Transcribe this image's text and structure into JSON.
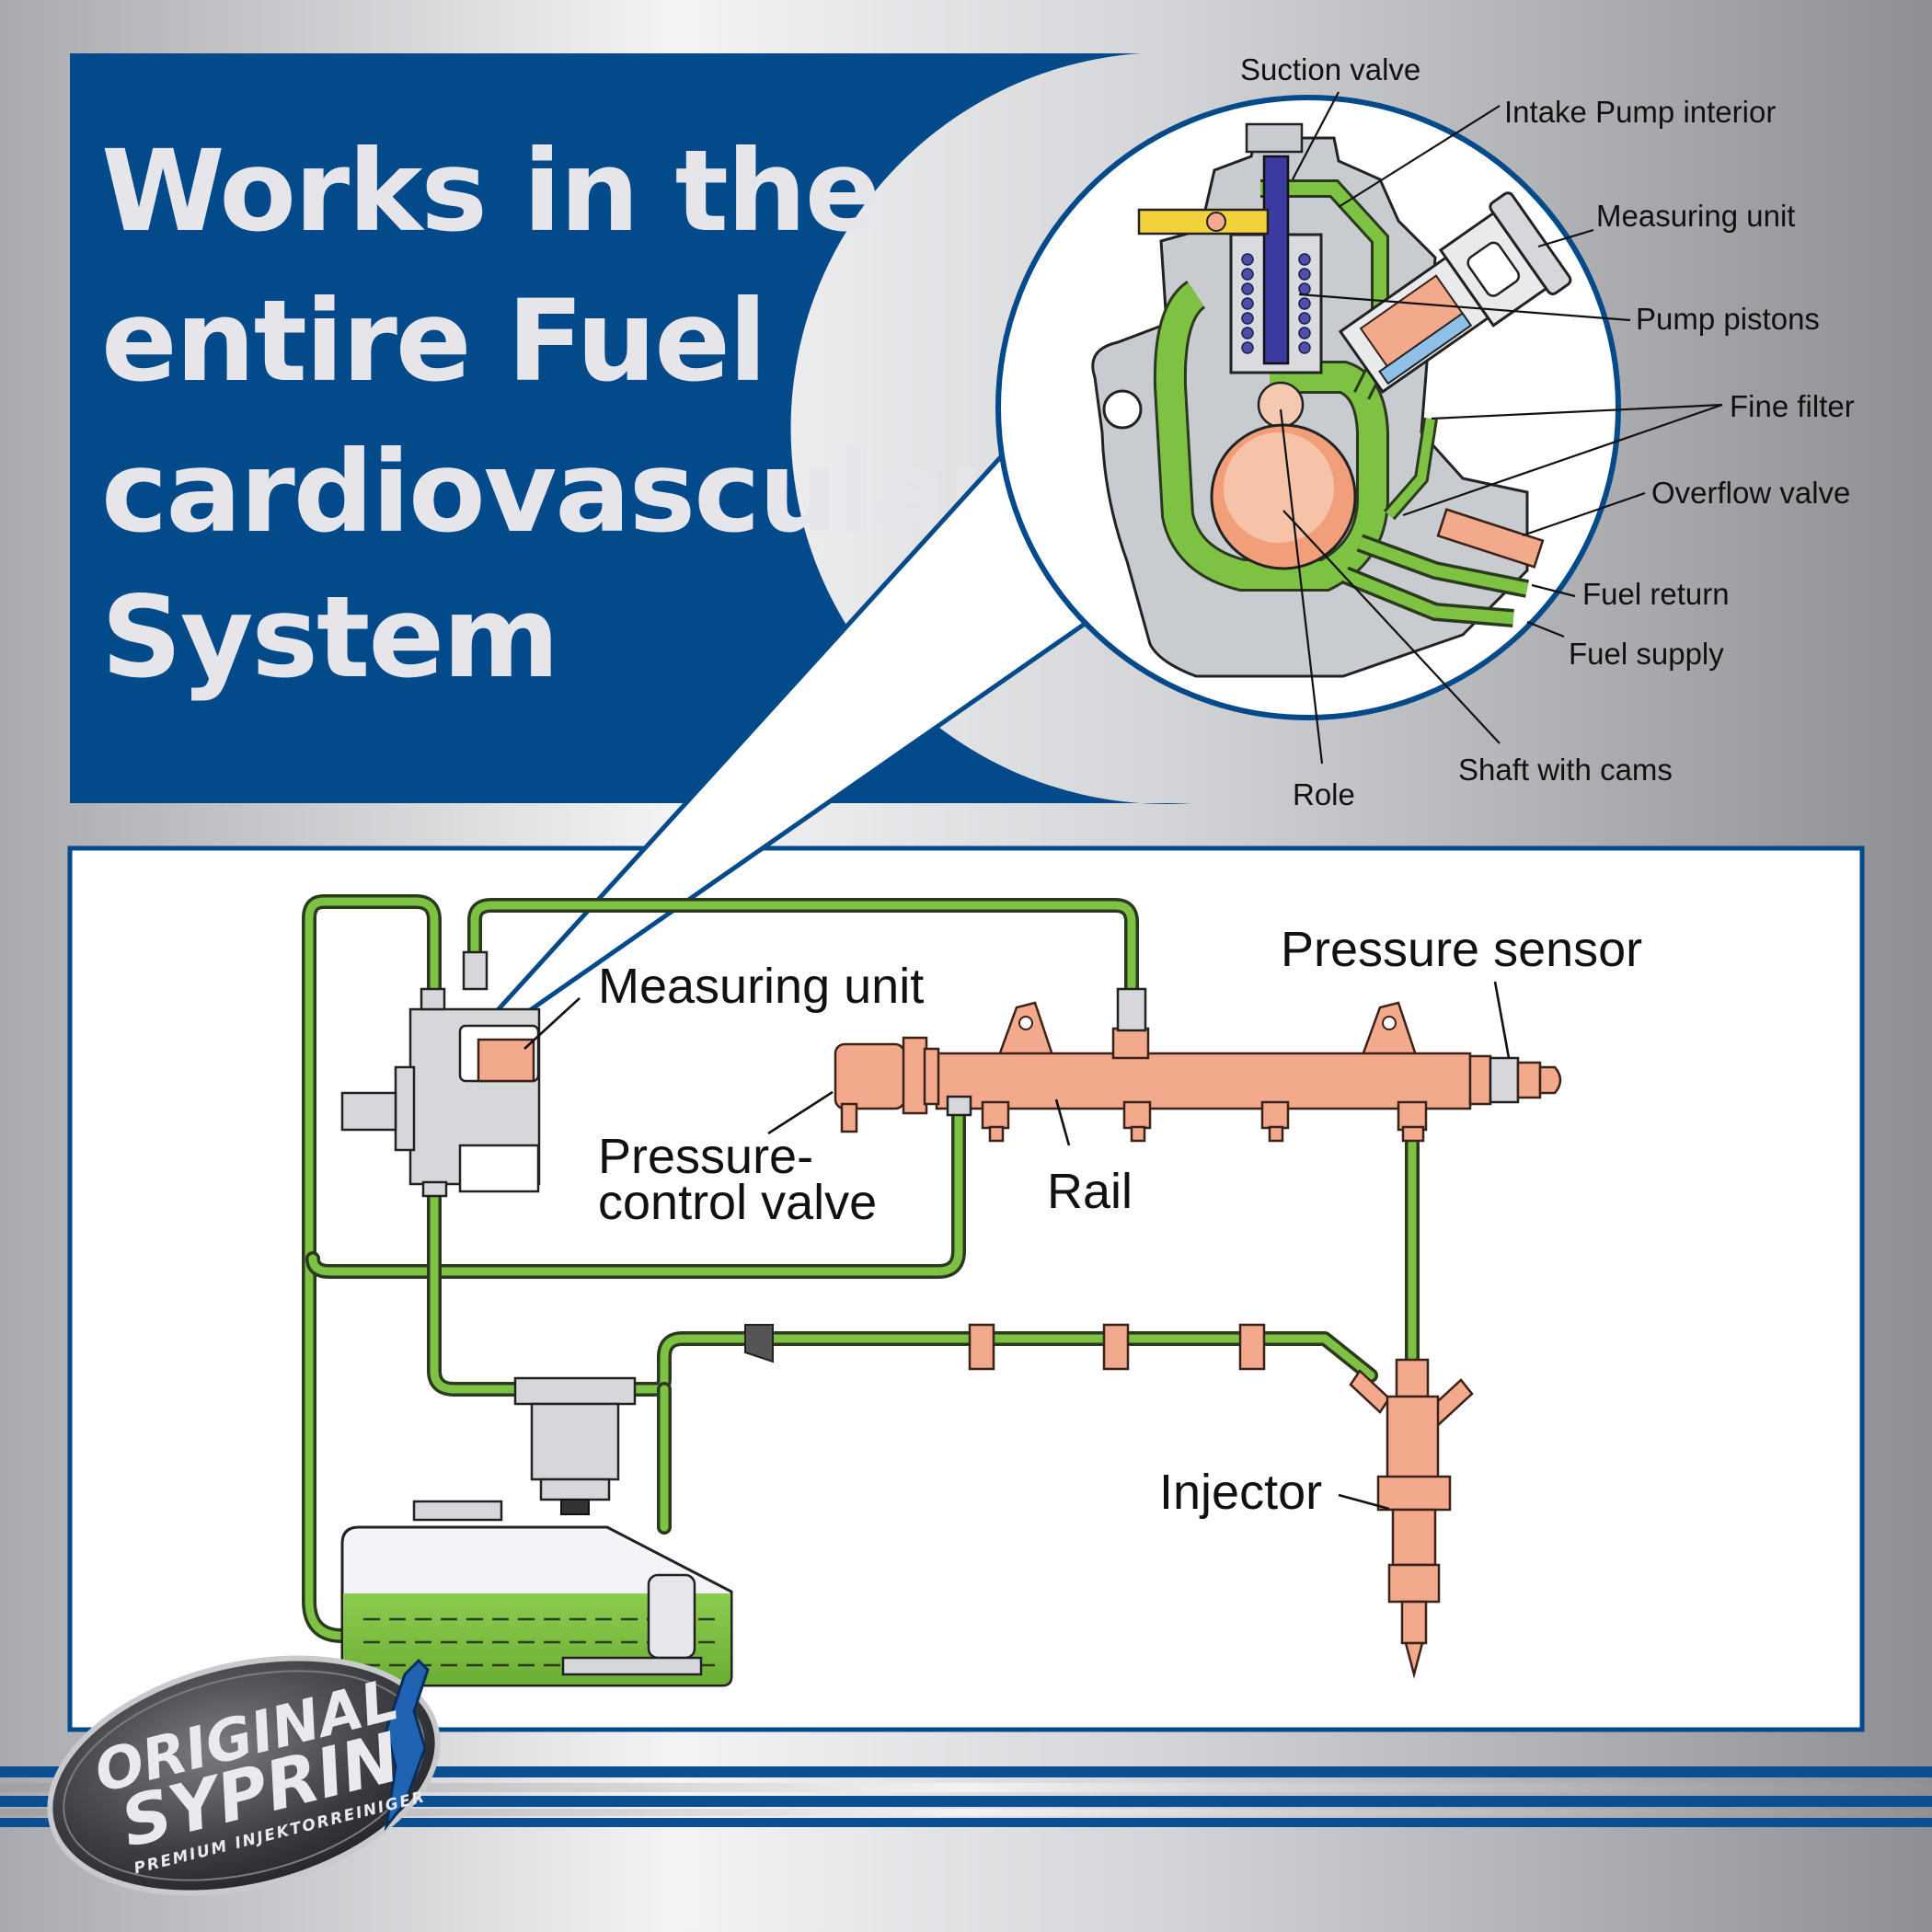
{
  "title": {
    "lines": [
      "Works in the",
      "entire Fuel",
      "cardiovascular",
      "System"
    ]
  },
  "pump_labels": {
    "suction_valve": "Suction valve",
    "intake_pump_interior": "Intake Pump interior",
    "measuring_unit": "Measuring unit",
    "pump_pistons": "Pump pistons",
    "fine_filter": "Fine filter",
    "overflow_valve": "Overflow valve",
    "fuel_return": "Fuel return",
    "fuel_supply": "Fuel supply",
    "shaft_with_cams": "Shaft with cams",
    "role": "Role"
  },
  "system_labels": {
    "pressure_sensor": "Pressure sensor",
    "measuring_unit": "Measuring unit",
    "pressure_control_valve_1": "Pressure-",
    "pressure_control_valve_2": "control valve",
    "rail": "Rail",
    "injector": "Injector"
  },
  "logo": {
    "line1": "ORIGINAL",
    "line2": "SYPRIN",
    "tagline": "PREMIUM INJEKTORREINIGER"
  },
  "colors": {
    "brand_blue": "#034a8b",
    "fuel_green": "#7dc242",
    "copper": "#f2a98c"
  }
}
